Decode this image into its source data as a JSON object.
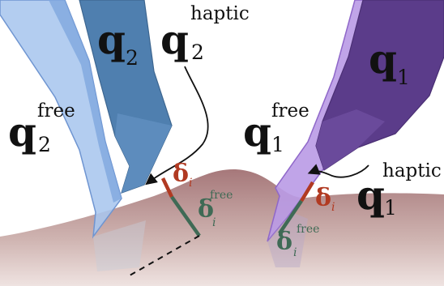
{
  "labels": {
    "q2_symbol": "q",
    "q2_subscript": "2",
    "q2h_symbol": "q",
    "q2h_superscript": "haptic",
    "q2h_subscript": "2",
    "q2f_symbol": "q",
    "q2f_superscript": "free",
    "q2f_subscript": "2",
    "q1_symbol": "q",
    "q1_subscript": "1",
    "q1f_symbol": "q",
    "q1f_superscript": "free",
    "q1f_subscript": "1",
    "q1h_symbol": "q",
    "q1h_superscript": "haptic",
    "q1h_subscript": "1",
    "delta_left_symbol": "δ",
    "delta_left_subscript": "i",
    "delta_free_left_symbol": "δ",
    "delta_free_left_superscript": "free",
    "delta_free_left_subscript": "i",
    "delta_right_symbol": "δ",
    "delta_right_subscript": "i",
    "delta_free_right_symbol": "δ",
    "delta_free_right_superscript": "free",
    "delta_free_right_subscript": "i"
  },
  "colors": {
    "free_left": "#a9c6ee",
    "free_left_edge": "#6f95d1",
    "haptic_left": "#4f7faf",
    "free_right": "#b99ae6",
    "free_right_edge": "#8f67c9",
    "haptic_right": "#5b3c8a",
    "surface_top": "#a6787a",
    "surface_bottom": "#e7d6d3",
    "delta": "#b13a22",
    "delta_free": "#3f6a55"
  }
}
